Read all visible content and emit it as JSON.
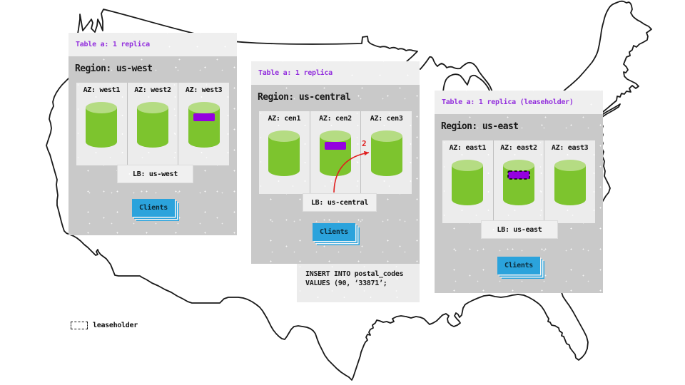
{
  "regions": [
    {
      "table_label": "Table a: 1 replica",
      "region_label": "Region: us-west",
      "azs": [
        "AZ: west1",
        "AZ: west2",
        "AZ: west3"
      ],
      "replica_az": "west3",
      "lb_label": "LB: us-west",
      "clients_label": "Clients"
    },
    {
      "table_label": "Table a: 1 replica",
      "region_label": "Region: us-central",
      "azs": [
        "AZ: cen1",
        "AZ: cen2",
        "AZ: cen3"
      ],
      "replica_az": "cen2",
      "lb_label": "LB: us-central",
      "clients_label": "Clients",
      "arrow_label": "2",
      "sql_line1": "INSERT INTO postal_codes",
      "sql_line2": "VALUES (90, ‘33871’;"
    },
    {
      "table_label": "Table a: 1 replica (leaseholder)",
      "region_label": "Region: us-east",
      "azs": [
        "AZ: east1",
        "AZ: east2",
        "AZ: east3"
      ],
      "replica_az": "east2",
      "leaseholder_az": "east2",
      "lb_label": "LB: us-east",
      "clients_label": "Clients"
    }
  ],
  "legend": {
    "label": "leaseholder"
  },
  "colors": {
    "cylinder_body": "#7dc42e",
    "cylinder_top": "#b5dc83",
    "replica_band": "#9400e0",
    "accent_text": "#9330dd",
    "clients_blue": "#2ba3dc",
    "arrow_red": "#e01f1f"
  }
}
